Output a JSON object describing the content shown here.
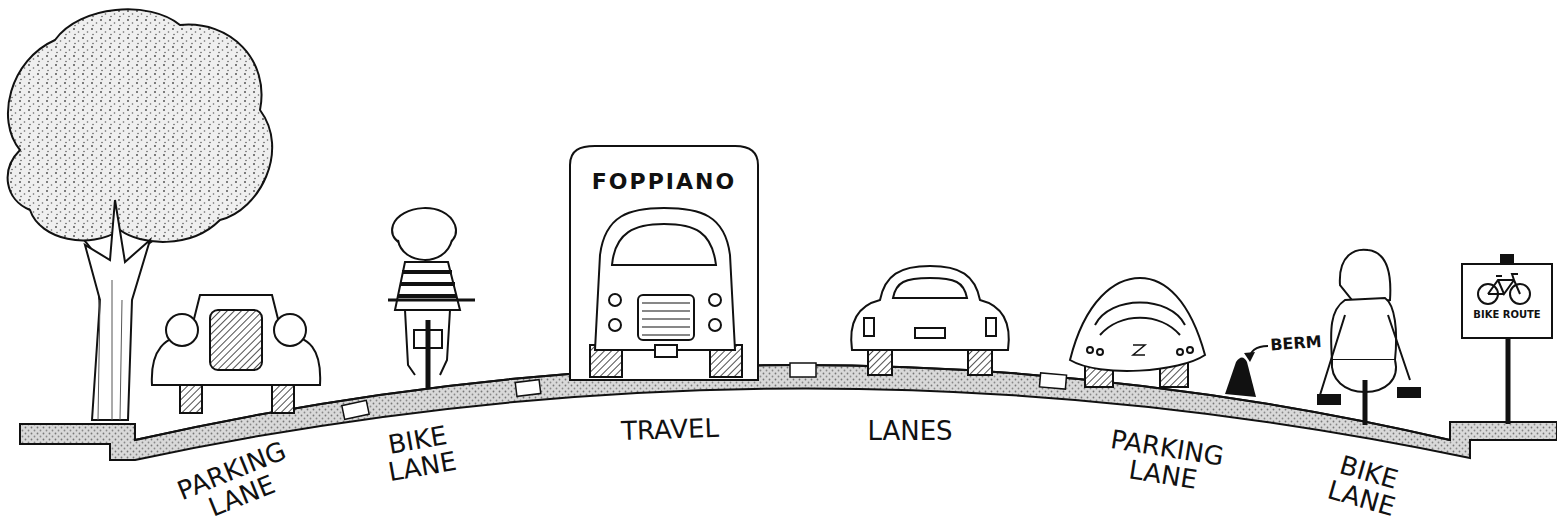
{
  "diagram": {
    "nodes": [
      {
        "text": [
          "BIKE ROUTE"
        ]
      }
    ],
    "labels": [
      "FOPPIANO",
      "BERM",
      "PARKING LANE",
      "BIKE LANE",
      "TRAVEL",
      "LANES",
      "PARKING LANE",
      "BIKE LANE"
    ]
  }
}
